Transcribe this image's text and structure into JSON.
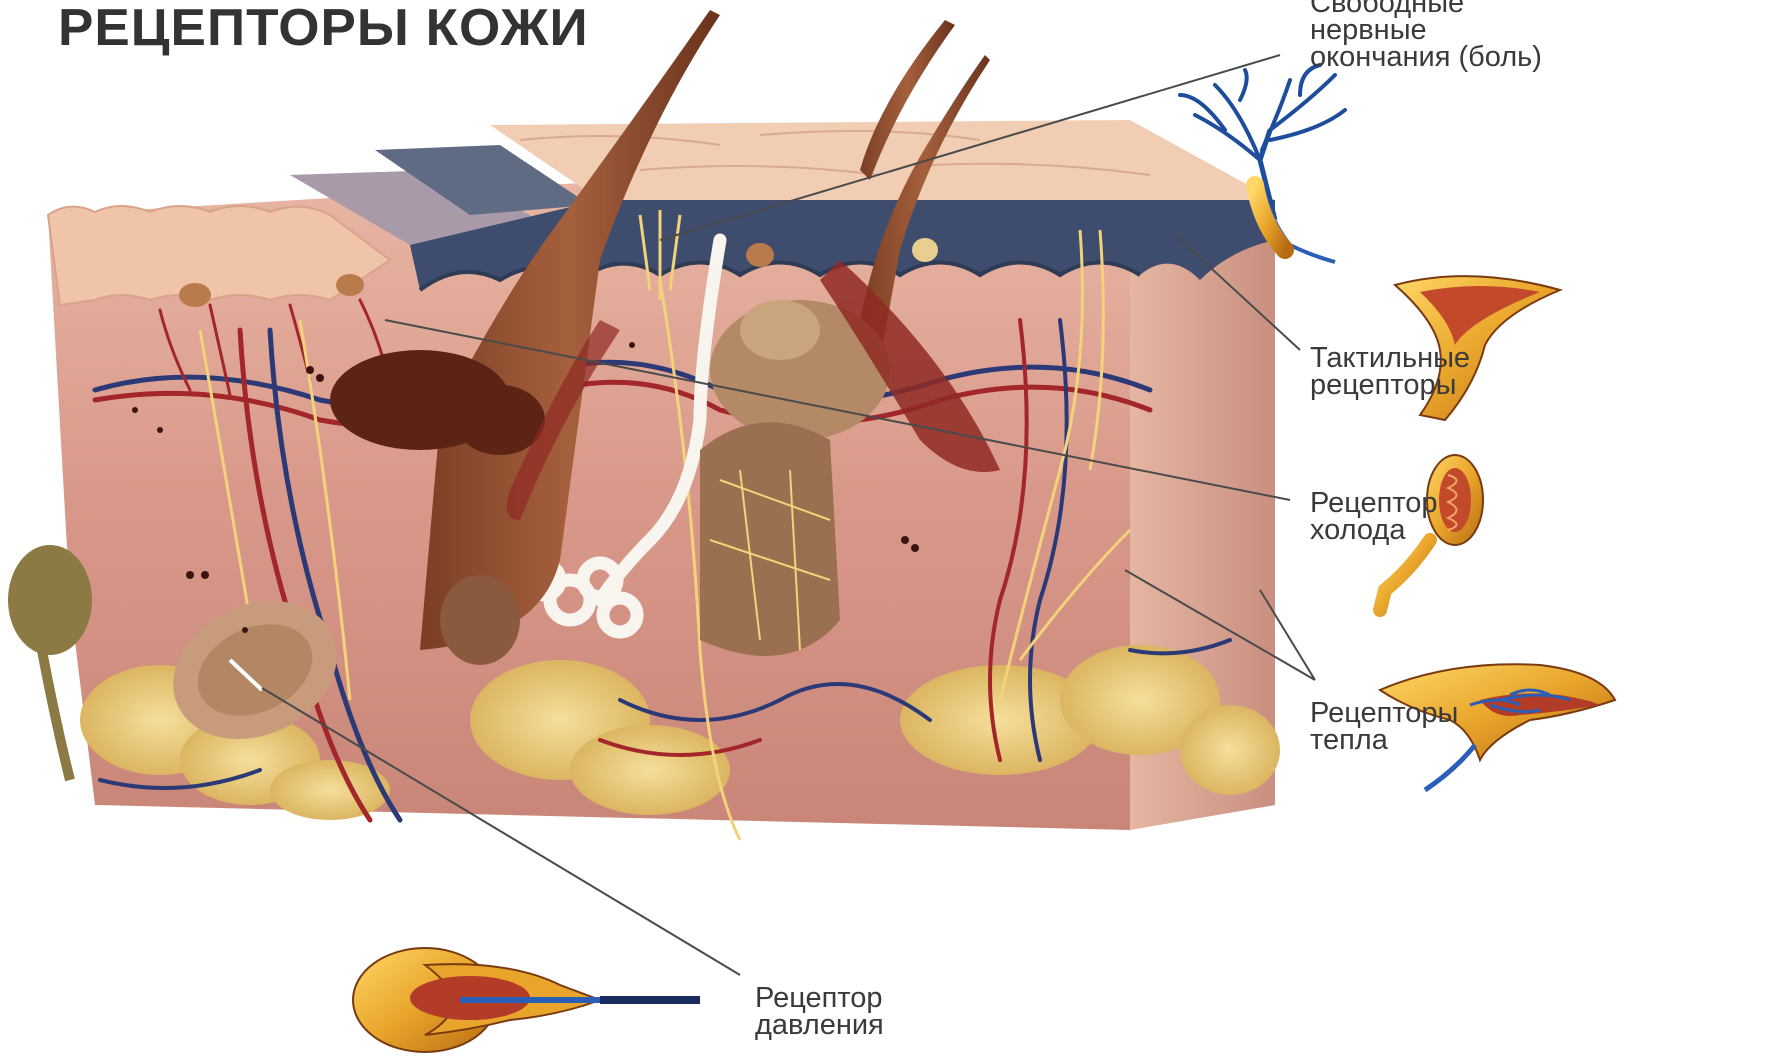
{
  "title": "РЕЦЕПТОРЫ КОЖИ",
  "labels": {
    "free_endings": [
      "Свободные",
      "нервные",
      "окончания (боль)"
    ],
    "tactile": [
      "Тактильные",
      "рецепторы"
    ],
    "cold": [
      "Рецептор",
      "холода"
    ],
    "heat": [
      "Рецепторы",
      "тепла"
    ],
    "pressure": [
      "Рецептор",
      "давления"
    ]
  }
}
